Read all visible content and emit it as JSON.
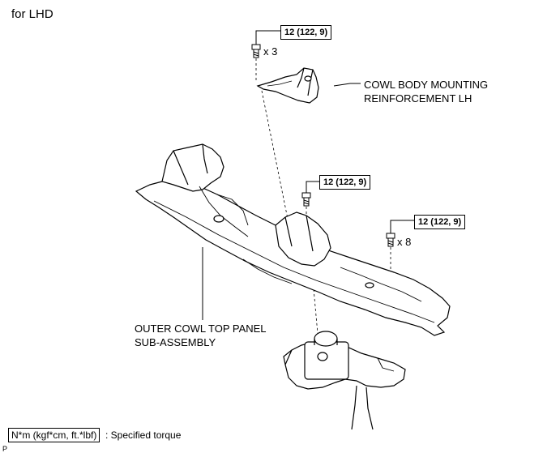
{
  "header": "for LHD",
  "torque_spec": "12 (122, 9)",
  "qty_top": "x 3",
  "qty_right": "x 8",
  "part_reinforcement": [
    "COWL BODY MOUNTING",
    "REINFORCEMENT LH"
  ],
  "part_panel": [
    "OUTER COWL TOP PANEL",
    "SUB-ASSEMBLY"
  ],
  "legend_box": "N*m (kgf*cm, ft.*lbf)",
  "legend_text": ": Specified torque",
  "figure_code": "P"
}
